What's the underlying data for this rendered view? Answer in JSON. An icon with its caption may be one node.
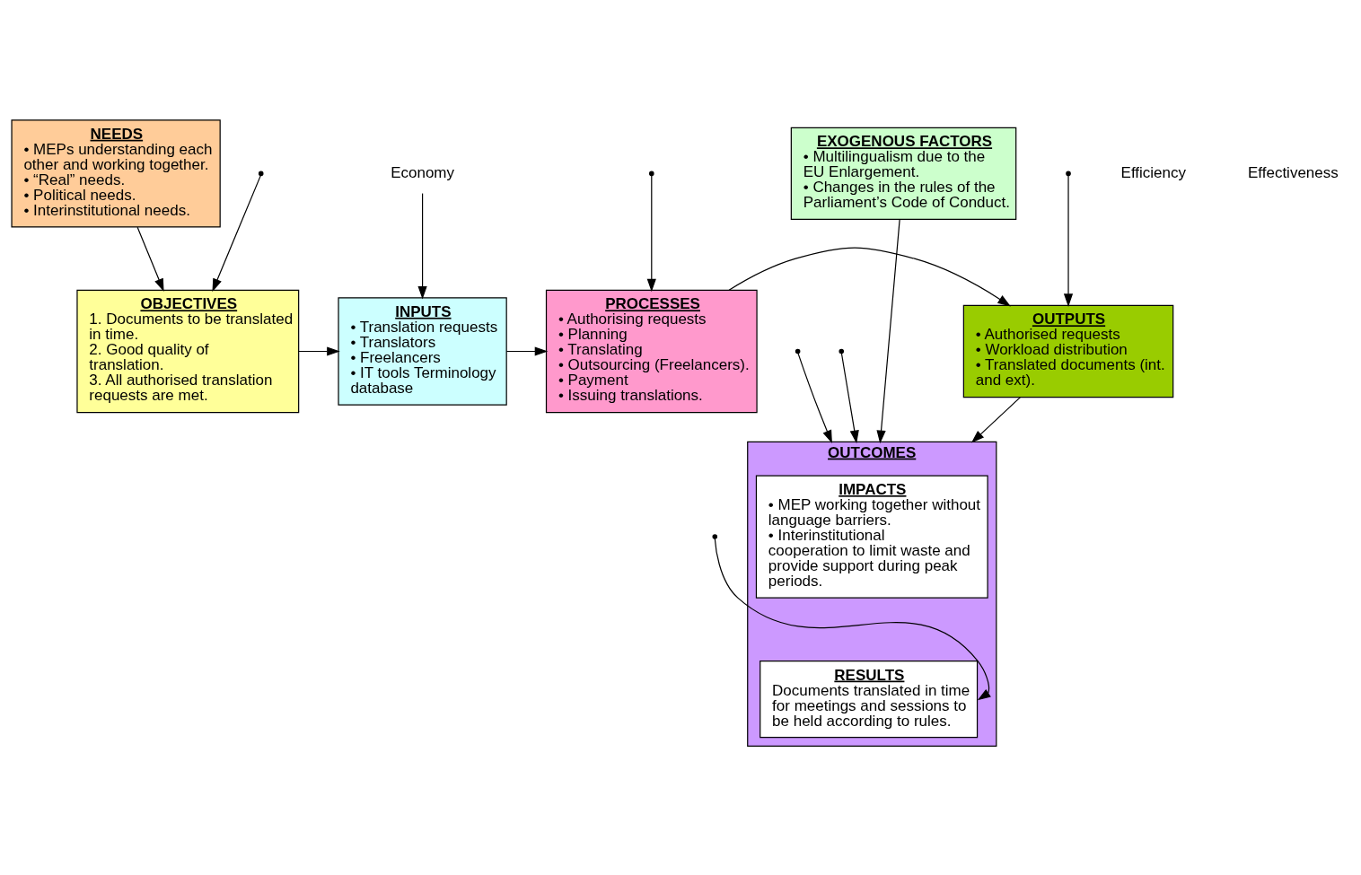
{
  "diagram": {
    "nodes": [
      {
        "text": [
          "NEEDS",
          "• MEPs understanding each other and working together.",
          "• “Real” needs.",
          "• Political needs.",
          "• Interinstitutional needs."
        ]
      },
      {
        "text": [
          "EXOGENOUS FACTORS",
          "• Multilingualism due to the EU Enlargement.",
          "• Changes in the rules of the Parliament’s Code of Conduct."
        ]
      },
      {
        "text": [
          "OUTCOMES"
        ]
      },
      {
        "text": [
          "IMPACTS",
          "• MEP working together without language barriers.",
          "• Interinstitutional cooperation to limit waste and provide support during peak periods."
        ],
        "in": 2
      },
      {
        "text": [
          "RESULTS",
          "Documents translated in time for meetings and sessions to be held according to rules."
        ],
        "in": 2
      },
      {
        "text": [
          "OBJECTIVES",
          "1. Documents to be translated in time.",
          "2. Good quality of translation.",
          "3. All authorised translation requests are met."
        ]
      },
      {
        "text": [
          "INPUTS",
          "• Translation requests",
          "• Translators",
          "• Freelancers",
          "• IT tools Terminology database"
        ]
      },
      {
        "text": [
          "PROCESSES",
          "• Authorising requests",
          "• Planning",
          "• Translating",
          "• Outsourcing (Freelancers).",
          "• Payment",
          "• Issuing translations."
        ]
      },
      {
        "text": [
          "OUTPUTS",
          "• Authorised requests",
          "• Workload distribution",
          "• Translated documents (int. and ext)."
        ]
      },
      {
        "text": [
          "Economy"
        ]
      }
    ],
    "edges": [
      {
        "from": 0,
        "to": 5,
        "arrow": "to"
      },
      {
        "from": 1,
        "to": 2,
        "arrow": "to"
      },
      {
        "from": 5,
        "to": 6,
        "arrow": "to"
      },
      {
        "from": 6,
        "to": 7,
        "arrow": "to"
      },
      {
        "from": 7,
        "to": 8,
        "arrow": "to"
      },
      {
        "from": 8,
        "to": 2,
        "arrow": "to"
      },
      {
        "from": 9,
        "to": 6,
        "arrow": "to"
      },
      {
        "from": null,
        "to": 7,
        "arrow": "to"
      },
      {
        "from": null,
        "to": 2,
        "arrow": "to"
      },
      {
        "from": null,
        "to": 8,
        "arrow": "to"
      },
      {
        "from": null,
        "to": 5,
        "arrow": "to"
      },
      {
        "from": null,
        "to": 2,
        "arrow": "to"
      },
      {
        "from": null,
        "to": 4,
        "arrow": "to"
      }
    ],
    "labels": [
      "Efficiency",
      "Effectiveness"
    ]
  }
}
